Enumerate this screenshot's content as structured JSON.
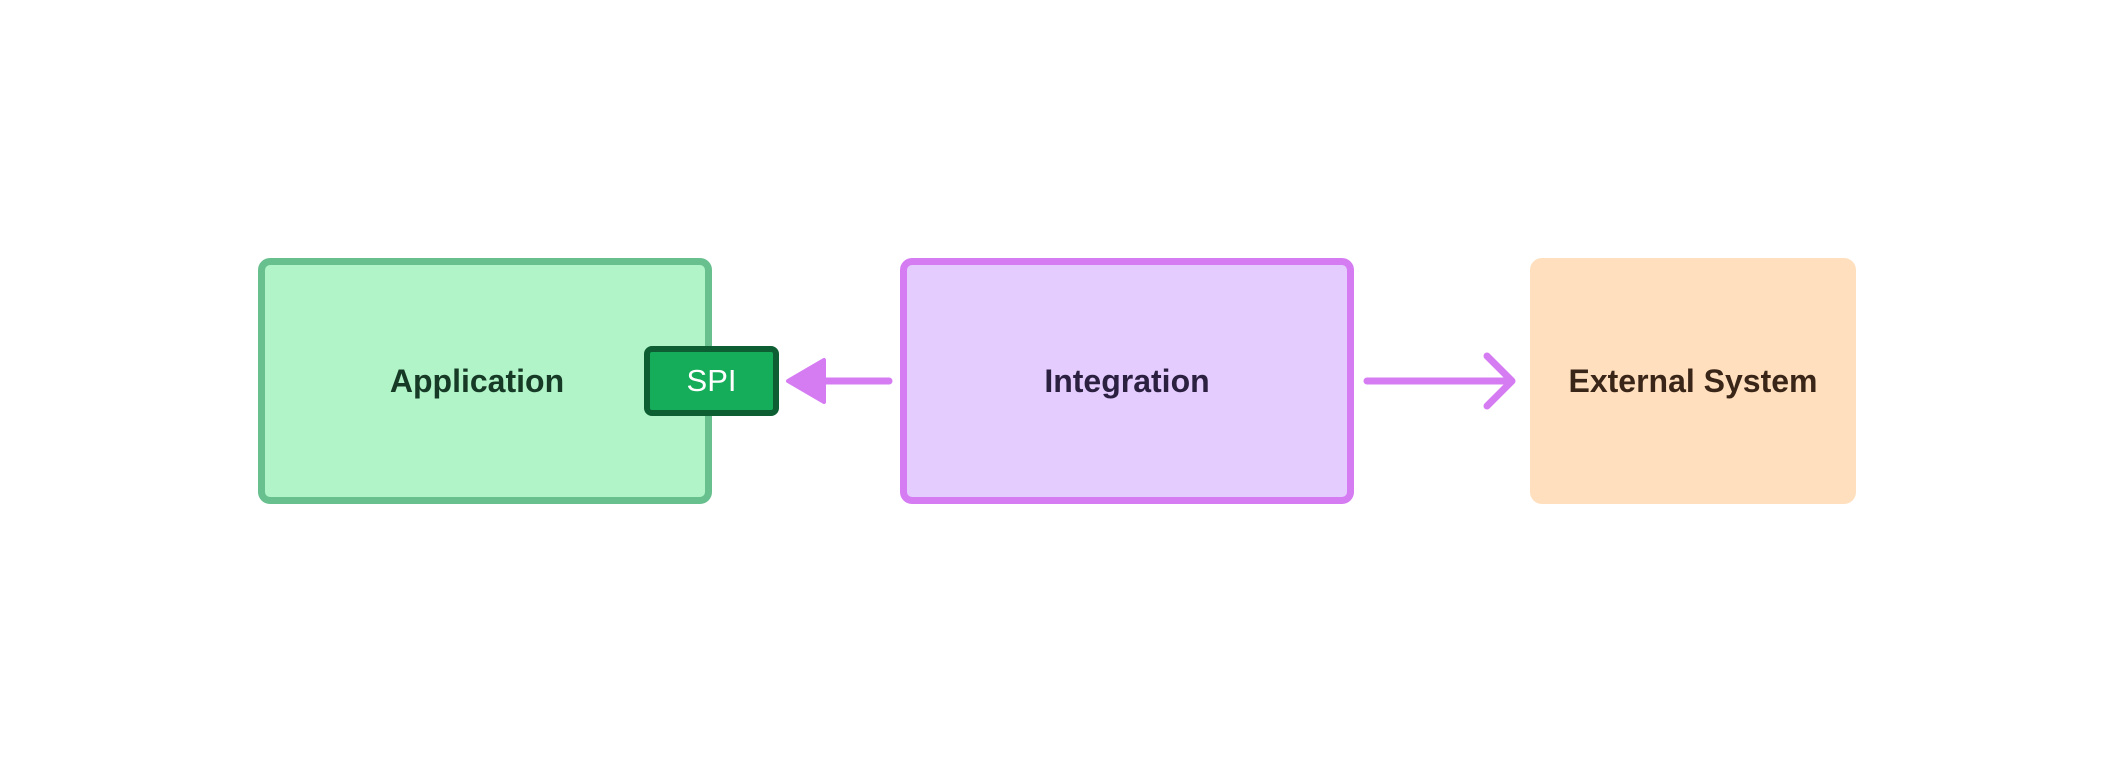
{
  "nodes": {
    "application": {
      "label": "Application",
      "fill": "#b0f4c8",
      "border": "#68c08e",
      "text_color": "#173a26"
    },
    "integration": {
      "label": "Integration",
      "fill": "#e4ccff",
      "border": "#d67cf2",
      "text_color": "#2b2040"
    },
    "external_system": {
      "label": "External System",
      "fill": "#ffdfbd",
      "border": "#f9a34a",
      "border_style": "dashed",
      "text_color": "#3a2618"
    }
  },
  "ports": {
    "spi": {
      "label": "SPI",
      "fill": "#15ad5a",
      "border": "#0d5e33"
    }
  },
  "edges": [
    {
      "from": "integration",
      "to": "spi",
      "arrowhead": "filled-triangle",
      "color": "#d67cf2"
    },
    {
      "from": "integration",
      "to": "external_system",
      "arrowhead": "open-chevron",
      "color": "#d67cf2"
    }
  ]
}
